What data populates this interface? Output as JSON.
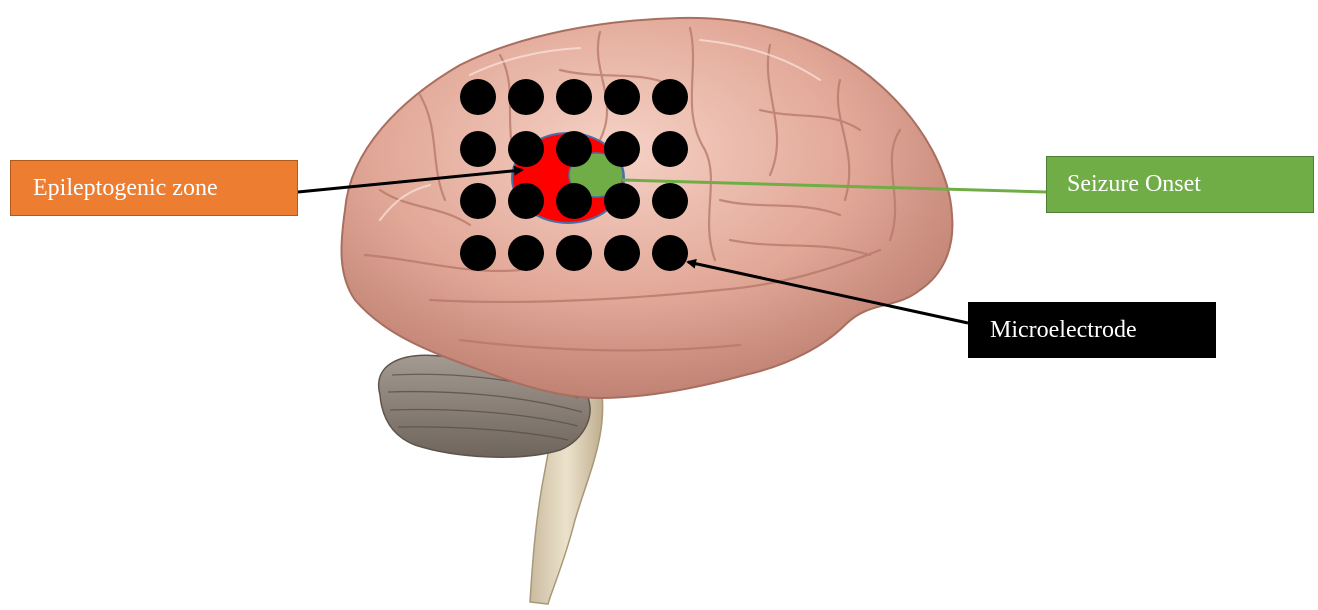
{
  "labels": {
    "epileptogenic_zone": "Epileptogenic zone",
    "seizure_onset": "Seizure Onset",
    "microelectrode": "Microelectrode"
  },
  "electrode_grid": {
    "rows": 4,
    "columns": 5
  },
  "colors": {
    "epileptogenic_zone_label": "#ed7d31",
    "seizure_onset_label": "#70ad47",
    "microelectrode_label": "#000000",
    "epileptogenic_zone_region": "#ff0000",
    "seizure_onset_region": "#70ad47",
    "electrode": "#000000",
    "brain_cortex": "#e7b3a3",
    "cerebellum": "#8c8077",
    "brainstem": "#d9ccb3"
  }
}
